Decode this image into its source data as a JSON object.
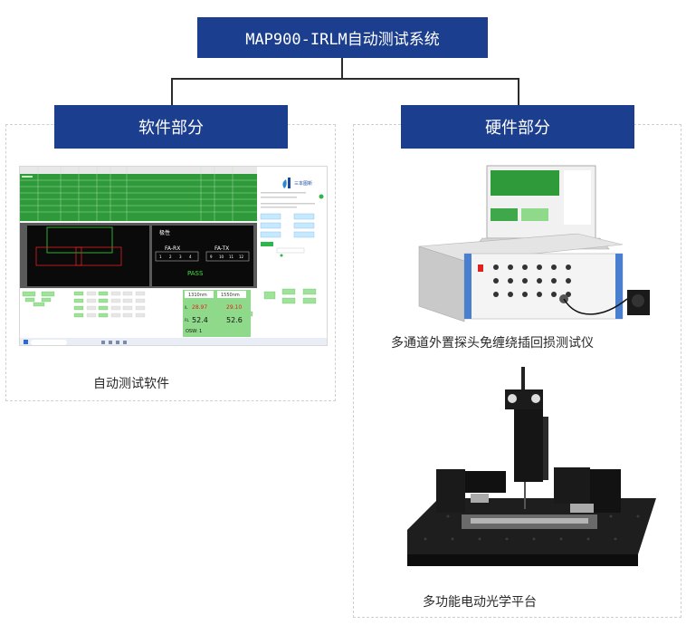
{
  "title": "MAP900-IRLM自动测试系统",
  "software": {
    "header": "软件部分",
    "caption": "自动测试软件",
    "screenshot": {
      "panel_label": "极性",
      "fa_rx": "FA-RX",
      "fa_tx": "FA-TX",
      "rx_ports": [
        "1",
        "2",
        "3",
        "4"
      ],
      "tx_ports": [
        "9",
        "10",
        "11",
        "12"
      ],
      "result": "PASS",
      "wl_1": "1310nm",
      "wl_2": "1550nm",
      "il_label": "IL",
      "il_1": "28.97",
      "il_2": "29.10",
      "rl_label": "RL",
      "rl_1": "52.4",
      "rl_2": "52.6",
      "osw": "OSW: 1",
      "logo": "三本图新",
      "colors": {
        "table_green": "#2f9a3a",
        "panel_green": "#8fd98b",
        "red": "#e02020",
        "pass": "#3be23b"
      }
    }
  },
  "hardware": {
    "header": "硬件部分",
    "caption_1": "多通道外置探头免缠绕插回损测试仪",
    "caption_2": "多功能电动光学平台"
  }
}
